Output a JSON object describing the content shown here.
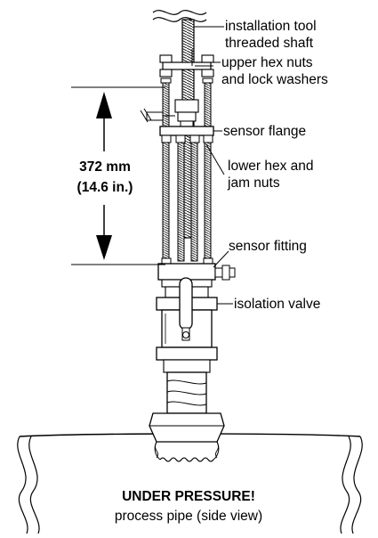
{
  "labels": {
    "tool_shaft_line1": "installation tool",
    "tool_shaft_line2": "threaded shaft",
    "upper_nuts_line1": "upper hex nuts",
    "upper_nuts_line2": "and lock washers",
    "sensor_flange": "sensor flange",
    "lower_nuts_line1": "lower hex and",
    "lower_nuts_line2": "jam nuts",
    "sensor_fitting": "sensor fitting",
    "isolation_valve": "isolation valve"
  },
  "dimension": {
    "metric": "372 mm",
    "imperial": "(14.6 in.)"
  },
  "pipe": {
    "warning": "UNDER PRESSURE!",
    "caption": "process pipe (side view)"
  }
}
